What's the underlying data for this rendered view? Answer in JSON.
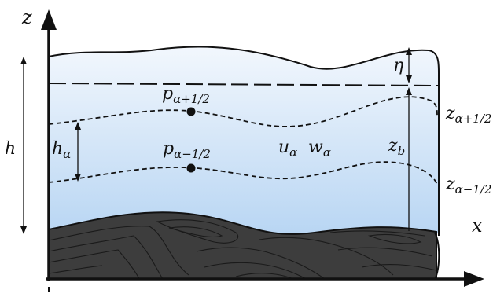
{
  "labels": {
    "z_axis": "z",
    "x_axis": "x",
    "h": "h",
    "h_alpha": {
      "main": "h",
      "sub": "α"
    },
    "eta": "η",
    "z_b": {
      "main": "z",
      "sub": "b"
    },
    "p_upper": {
      "main": "p",
      "sub": "α+1/2"
    },
    "p_lower": {
      "main": "p",
      "sub": "α−1/2"
    },
    "u_alpha": {
      "main": "u",
      "sub": "α"
    },
    "w_alpha": {
      "main": "w",
      "sub": "α"
    },
    "z_upper": {
      "main": "z",
      "sub": "α+1/2"
    },
    "z_lower": {
      "main": "z",
      "sub": "α−1/2"
    }
  },
  "colors": {
    "water_top": "#f2f7fd",
    "water_bottom": "#b9d6f3",
    "bed": "#3d3d3d",
    "bed_lines": "#1a1a1a",
    "ink": "#111111"
  }
}
